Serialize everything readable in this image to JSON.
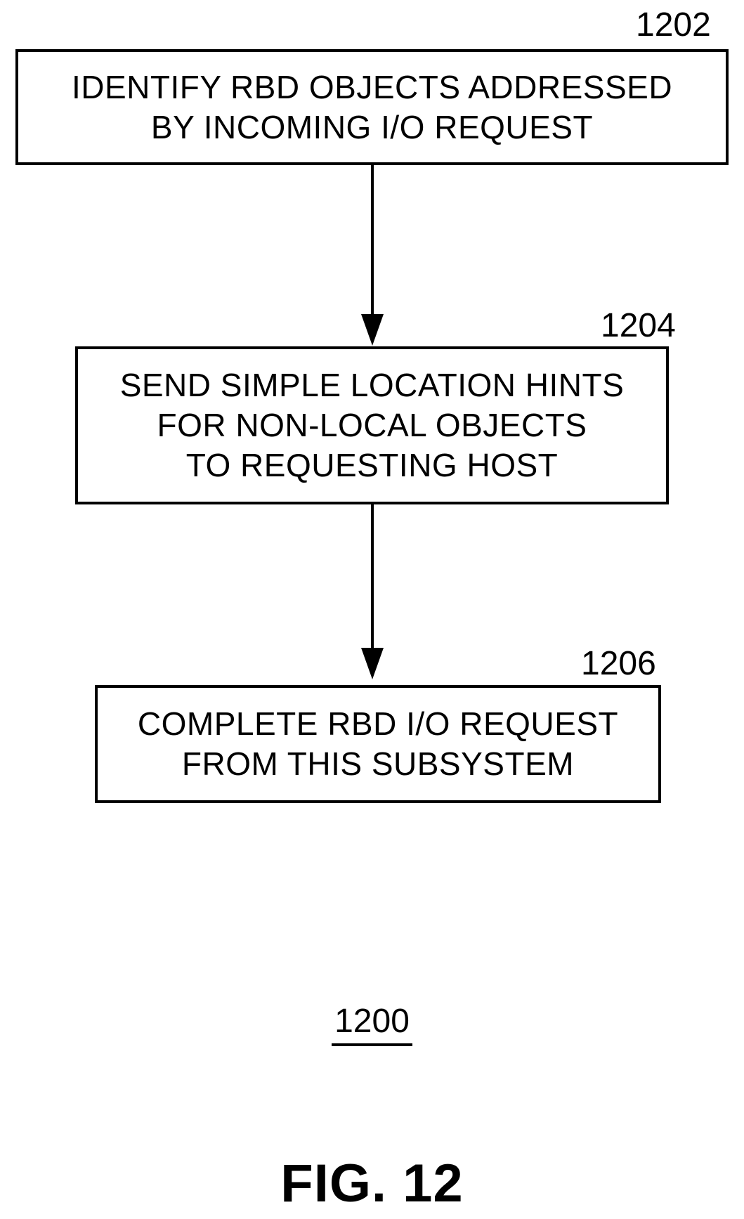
{
  "figure": {
    "caption": "FIG. 12",
    "diagram_ref": "1200",
    "colors": {
      "ink": "#000000",
      "background": "#ffffff"
    },
    "nodes": [
      {
        "ref": "1202",
        "lines": [
          "IDENTIFY RBD OBJECTS ADDRESSED",
          "BY INCOMING I/O REQUEST"
        ]
      },
      {
        "ref": "1204",
        "lines": [
          "SEND SIMPLE LOCATION HINTS",
          "FOR NON-LOCAL OBJECTS",
          "TO REQUESTING HOST"
        ]
      },
      {
        "ref": "1206",
        "lines": [
          "COMPLETE RBD I/O REQUEST",
          "FROM THIS SUBSYSTEM"
        ]
      }
    ],
    "edges": [
      {
        "from": "1202",
        "to": "1204"
      },
      {
        "from": "1204",
        "to": "1206"
      }
    ]
  }
}
